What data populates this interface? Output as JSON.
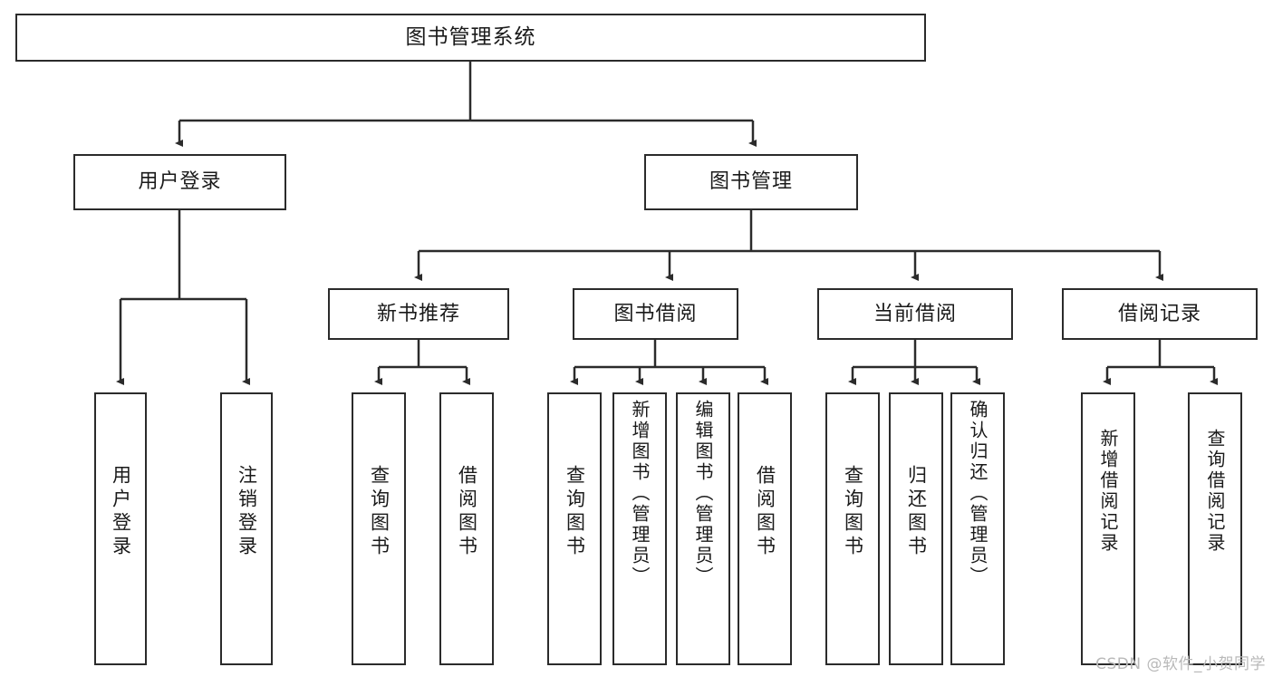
{
  "diagram": {
    "title": "图书管理系统",
    "type": "tree",
    "watermark": "CSDN @软件_小贺同学",
    "colors": {
      "stroke": "#2b2b2b",
      "fill": "#ffffff",
      "text": "#1a1a1a",
      "watermark": "#b9b9b9"
    },
    "nodes": {
      "root": {
        "label": "图书管理系统"
      },
      "level1": [
        {
          "id": "user-login",
          "label": "用户登录"
        },
        {
          "id": "book-manage",
          "label": "图书管理"
        }
      ],
      "level2": [
        {
          "id": "new-book-recommend",
          "label": "新书推荐"
        },
        {
          "id": "book-borrow",
          "label": "图书借阅"
        },
        {
          "id": "current-borrow",
          "label": "当前借阅"
        },
        {
          "id": "borrow-record",
          "label": "借阅记录"
        }
      ],
      "leaves": [
        {
          "id": "leaf-user-login",
          "label": "用户登录",
          "parent": "user-login"
        },
        {
          "id": "leaf-user-logout",
          "label": "注销登录",
          "parent": "user-login"
        },
        {
          "id": "leaf-query-book-1",
          "label": "查询图书",
          "parent": "new-book-recommend"
        },
        {
          "id": "leaf-borrow-book-1",
          "label": "借阅图书",
          "parent": "new-book-recommend"
        },
        {
          "id": "leaf-query-book-2",
          "label": "查询图书",
          "parent": "book-borrow"
        },
        {
          "id": "leaf-add-book",
          "label": "新增图书（管理员）",
          "parent": "book-borrow"
        },
        {
          "id": "leaf-edit-book",
          "label": "编辑图书（管理员）",
          "parent": "book-borrow"
        },
        {
          "id": "leaf-borrow-book-2",
          "label": "借阅图书",
          "parent": "book-borrow"
        },
        {
          "id": "leaf-query-book-3",
          "label": "查询图书",
          "parent": "current-borrow"
        },
        {
          "id": "leaf-return-book",
          "label": "归还图书",
          "parent": "current-borrow"
        },
        {
          "id": "leaf-confirm-return",
          "label": "确认归还（管理员）",
          "parent": "current-borrow"
        },
        {
          "id": "leaf-add-record",
          "label": "新增借阅记录",
          "parent": "borrow-record"
        },
        {
          "id": "leaf-query-record",
          "label": "查询借阅记录",
          "parent": "borrow-record"
        }
      ]
    }
  }
}
